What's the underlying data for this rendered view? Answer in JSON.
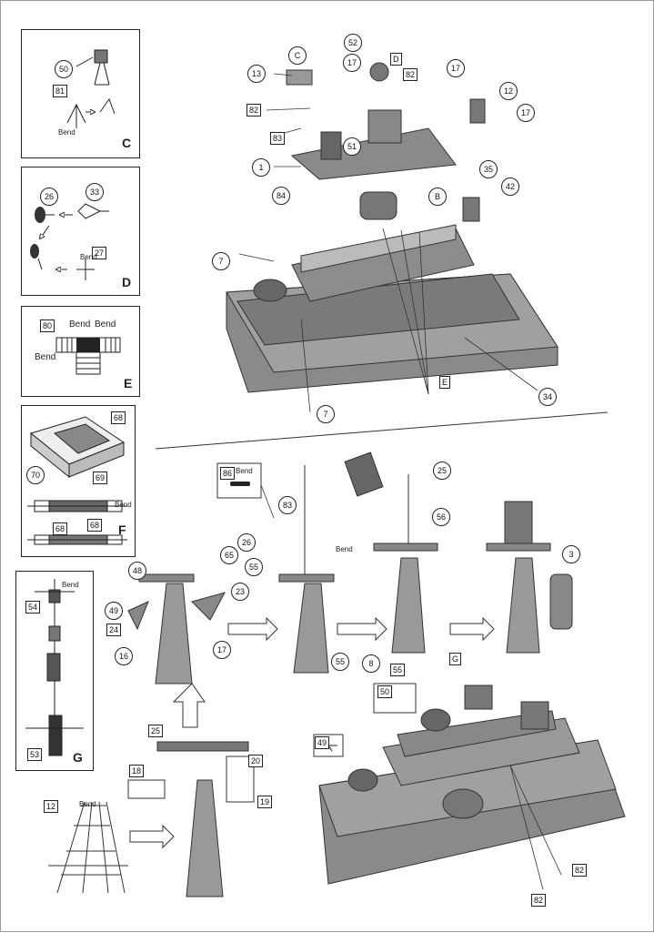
{
  "panels": {
    "C": {
      "label": "C",
      "callouts": [
        "50",
        "81"
      ],
      "bend": "Bend"
    },
    "D": {
      "label": "D",
      "callouts": [
        "26",
        "33",
        "27"
      ],
      "bend": "Bend"
    },
    "E": {
      "label": "E",
      "callouts": [
        "80"
      ],
      "bends": [
        "Bend",
        "Bend",
        "Bend"
      ]
    },
    "F": {
      "label": "F",
      "callouts": [
        "68",
        "70",
        "69",
        "68",
        "68"
      ],
      "bend": "Bend"
    },
    "G": {
      "label": "G",
      "callouts": [
        "54",
        "53"
      ],
      "bend": "Bend"
    }
  },
  "top_assembly": {
    "round_callouts": [
      "C",
      "52",
      "17",
      "17",
      "13",
      "12",
      "17",
      "1",
      "35",
      "42",
      "84",
      "B",
      "7",
      "34",
      "7"
    ],
    "square_callouts": [
      "D",
      "82",
      "82",
      "83",
      "51",
      "E"
    ]
  },
  "bottom_assembly": {
    "round_callouts": [
      "25",
      "26",
      "83",
      "65",
      "55",
      "48",
      "49",
      "23",
      "56",
      "3",
      "16",
      "17",
      "55",
      "8",
      "25",
      "20",
      "18",
      "19",
      "12"
    ],
    "square_callouts": [
      "86",
      "24",
      "55",
      "G",
      "50",
      "49",
      "82",
      "82"
    ],
    "bend_labels": [
      "Bend",
      "Bend",
      "Bend"
    ]
  },
  "colors": {
    "ink": "#222222",
    "model_grey": "#8a8a8a",
    "model_dark": "#5a5a5a",
    "model_light": "#b8b8b8"
  }
}
